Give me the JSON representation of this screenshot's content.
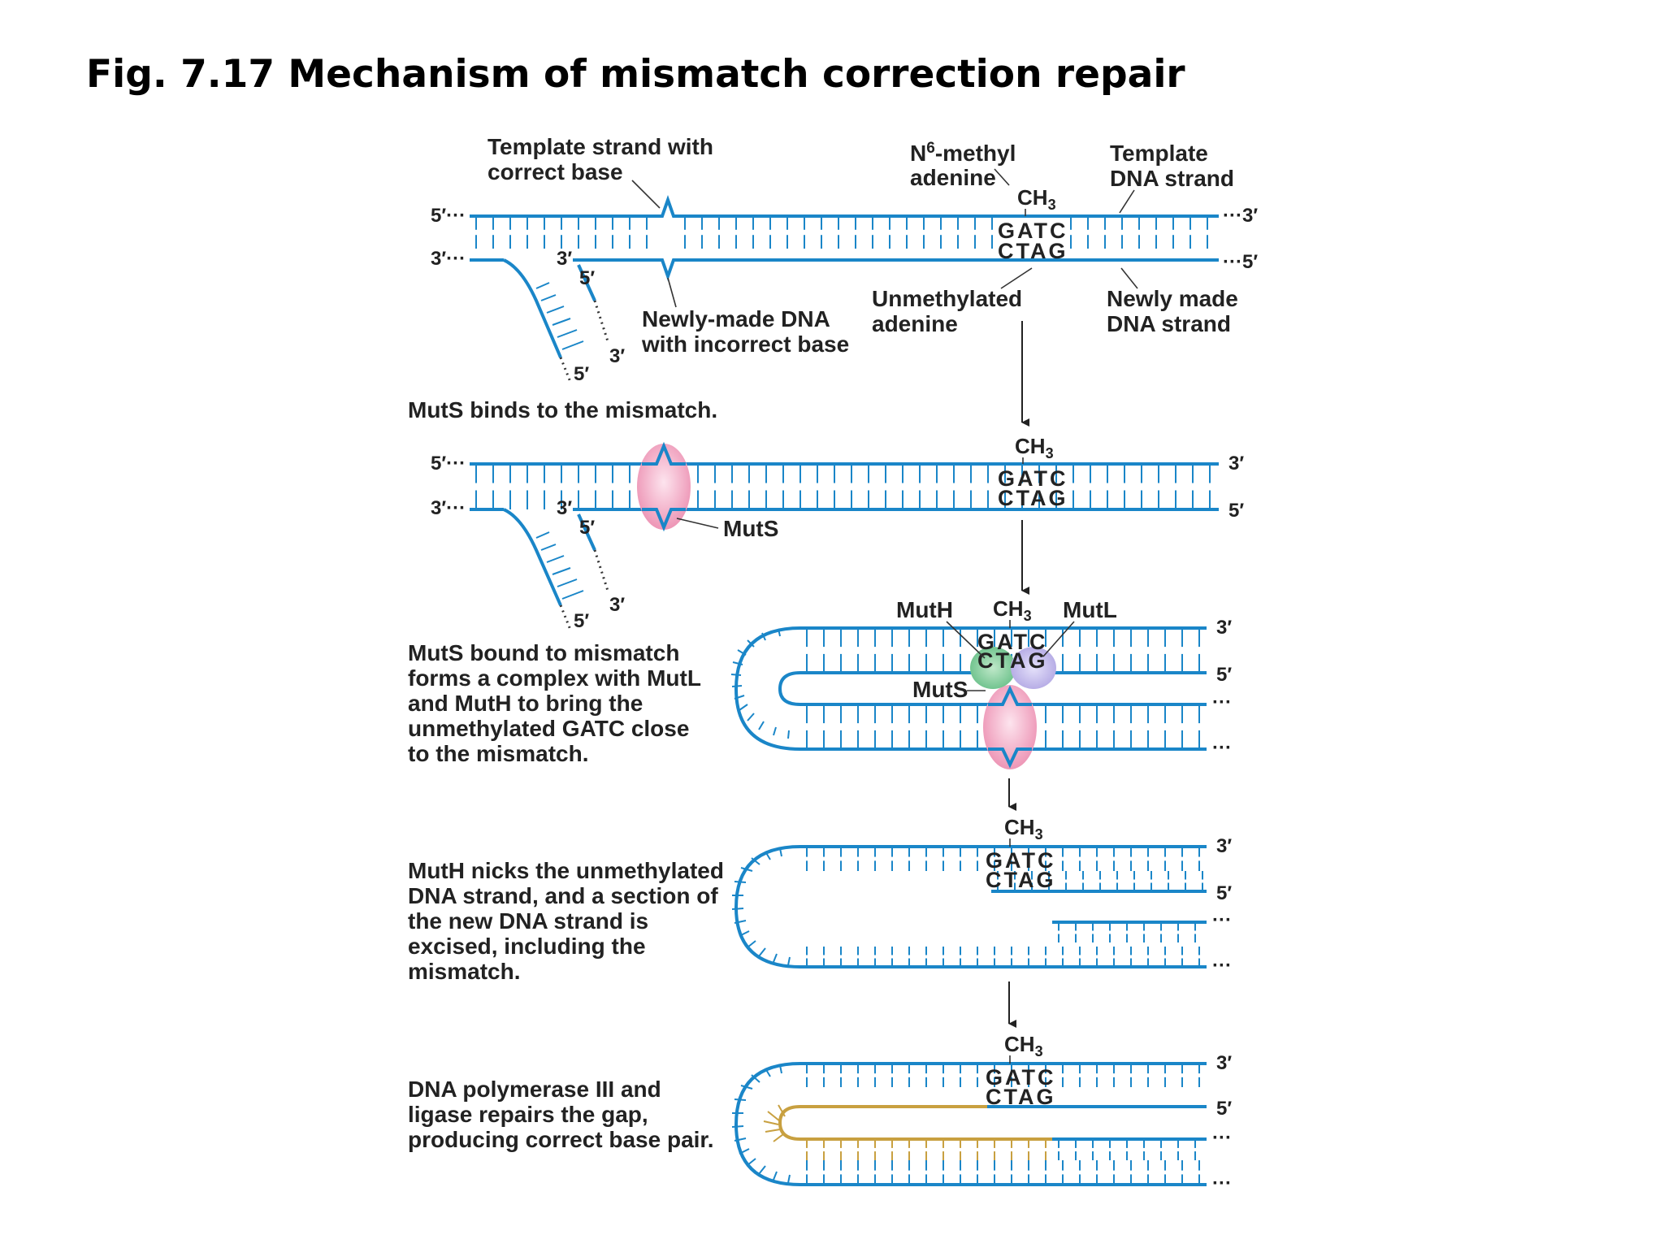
{
  "title": "Fig. 7.17  Mechanism of mismatch correction repair",
  "panel1": {
    "template_correct_l1": "Template strand with",
    "template_correct_l2": "correct base",
    "n6_n": "N",
    "n6_sup": "6",
    "n6_rest": "-methyl",
    "n6_l2": "adenine",
    "template_dna_l1": "Template",
    "template_dna_l2": "DNA strand",
    "newly_incorrect_l1": "Newly-made DNA",
    "newly_incorrect_l2": "with incorrect base",
    "unmethylated_l1": "Unmethylated",
    "unmethylated_l2": "adenine",
    "newly_made_l1": "Newly made",
    "newly_made_l2": "DNA strand"
  },
  "steps": {
    "step1": "MutS binds to the mismatch.",
    "step2": [
      "MutS bound to mismatch",
      "forms a complex with MutL",
      "and MutH to bring the",
      "unmethylated GATC close",
      "to the mismatch."
    ],
    "step3": [
      "MutH nicks the unmethylated",
      "DNA strand, and a section of",
      "the new DNA strand is",
      "excised, including the",
      "mismatch."
    ],
    "step4": [
      "DNA polymerase III and",
      "ligase repairs the gap,",
      "producing correct base pair."
    ]
  },
  "proteins": {
    "muts": "MutS",
    "muth": "MutH",
    "mutl": "MutL"
  },
  "sequence": {
    "top": "GATC",
    "bottom": "CTAG",
    "ch3": "CH",
    "ch3_sub": "3"
  },
  "ends": {
    "five": "5′",
    "three": "3′",
    "five_dots": "5′···",
    "three_dots": "3′···",
    "dots_three": "···3′",
    "dots_five": "···5′",
    "ellipsis": "···"
  },
  "colors": {
    "dna_backbone": "#1a86c8",
    "new_dna": "#c8a040",
    "muts": "#f08fb0",
    "muth": "#6cc08a",
    "mutl": "#b7aee6"
  }
}
